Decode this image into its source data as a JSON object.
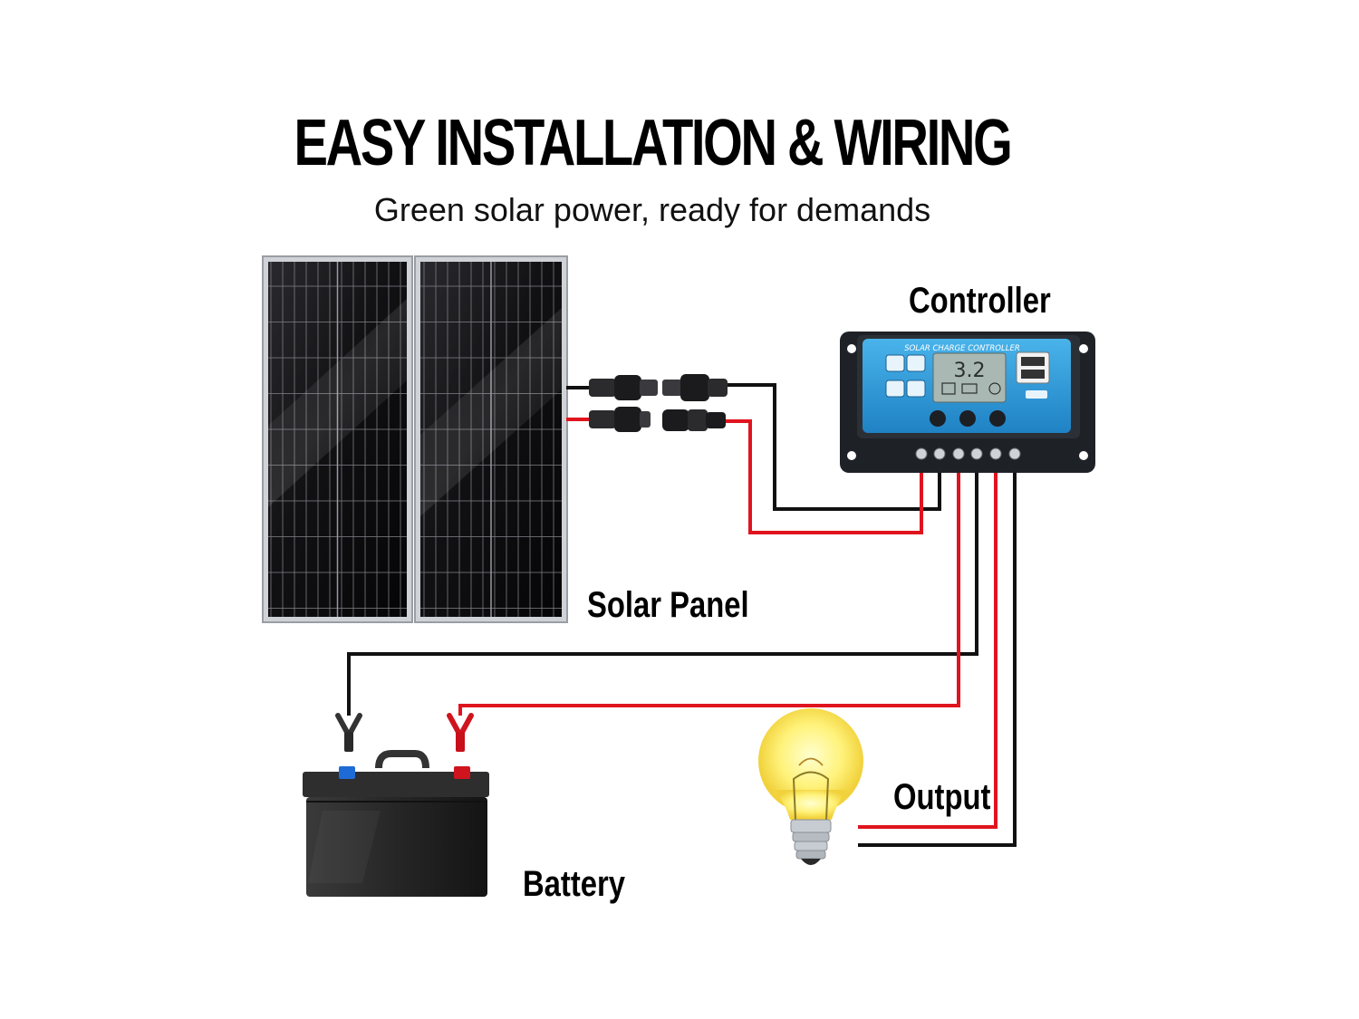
{
  "header": {
    "title": "EASY INSTALLATION & WIRING",
    "subtitle": "Green solar power, ready for demands"
  },
  "labels": {
    "controller": "Controller",
    "solar_panel": "Solar Panel",
    "battery": "Battery",
    "output": "Output"
  },
  "controller": {
    "faceplate_text": "SOLAR CHARGE CONTROLLER",
    "display_value": "3.2"
  },
  "colors": {
    "wire_positive": "#e0141e",
    "wire_negative": "#111111",
    "controller_face": "#2f9ad6",
    "bulb_glow": "#fff27a"
  },
  "icons": {
    "solar_panel": "solar-panel-icon",
    "controller": "charge-controller-icon",
    "battery": "battery-icon",
    "bulb": "light-bulb-icon",
    "connector": "mc4-connector-icon",
    "clamp": "battery-clamp-icon"
  }
}
